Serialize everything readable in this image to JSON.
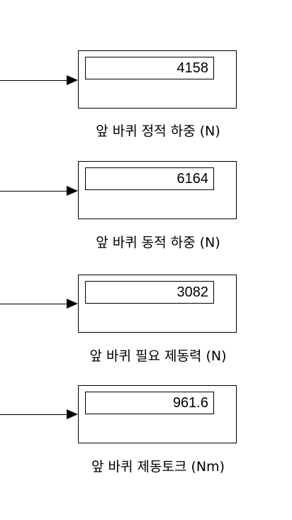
{
  "displays": [
    {
      "value": "4158",
      "label": "앞 바퀴 정적 하중 (N)"
    },
    {
      "value": "6164",
      "label": "앞 바퀴 동적 하중 (N)"
    },
    {
      "value": "3082",
      "label": "앞 바퀴 필요 제동력 (N)"
    },
    {
      "value": "961.6",
      "label": "앞 바퀴 제동토크 (Nm)"
    }
  ]
}
